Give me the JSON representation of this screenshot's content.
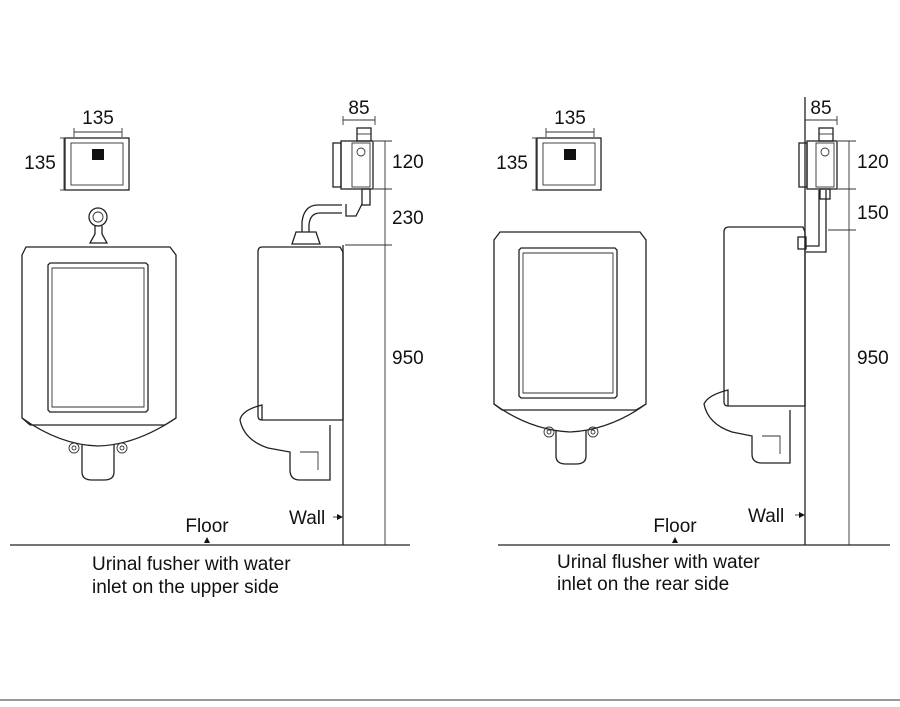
{
  "left": {
    "sensor": {
      "width": "135",
      "height": "135"
    },
    "flusher": {
      "width": "85",
      "height": "120"
    },
    "inlet_height": "230",
    "mount_height": "950",
    "floor_label": "Floor",
    "wall_label": "Wall",
    "caption": [
      "Urinal fusher with water",
      "inlet on the upper side"
    ]
  },
  "right": {
    "sensor": {
      "width": "135",
      "height": "135"
    },
    "flusher": {
      "width": "85",
      "height": "120"
    },
    "inlet_height": "150",
    "mount_height": "950",
    "floor_label": "Floor",
    "wall_label": "Wall",
    "caption": [
      "Urinal flusher with water",
      "inlet on the rear side"
    ]
  }
}
